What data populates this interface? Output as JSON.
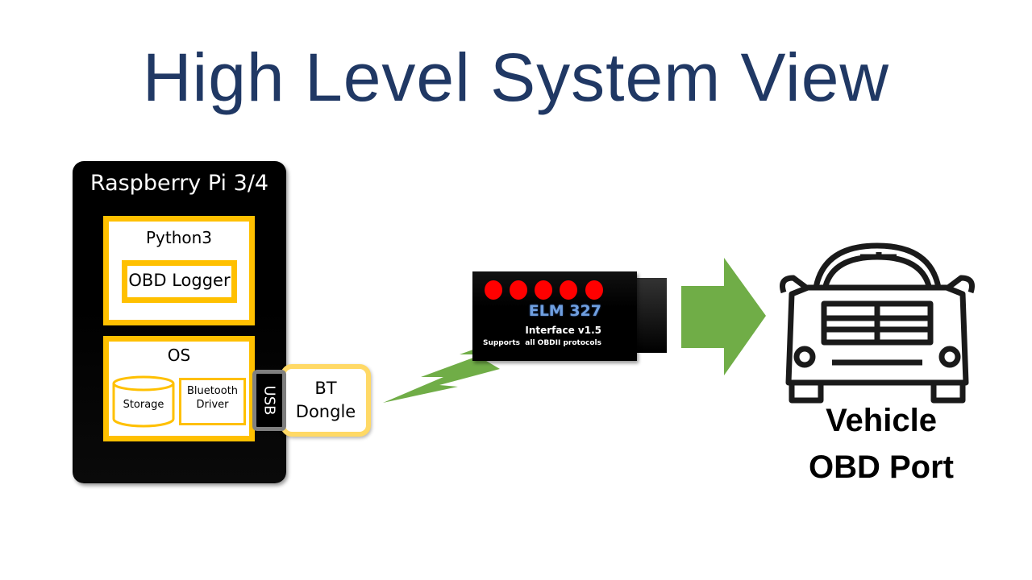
{
  "title": "High Level System View",
  "pi": {
    "title": "Raspberry Pi 3/4",
    "python": "Python3",
    "logger": "OBD Logger",
    "os": "OS",
    "storage": "Storage",
    "bt_driver_1": "Bluetooth",
    "bt_driver_2": "Driver",
    "usb": "USB"
  },
  "dongle": {
    "line1": "BT",
    "line2": "Dongle"
  },
  "elm": {
    "name": "ELM 327",
    "interface": "Interface v1.5",
    "supports": "Supports  all OBDII protocols"
  },
  "vehicle": {
    "line1": "Vehicle",
    "line2": "OBD Port"
  },
  "colors": {
    "title": "#203864",
    "gold": "#ffc000",
    "green": "#70ad47",
    "led": "#ff0000"
  }
}
